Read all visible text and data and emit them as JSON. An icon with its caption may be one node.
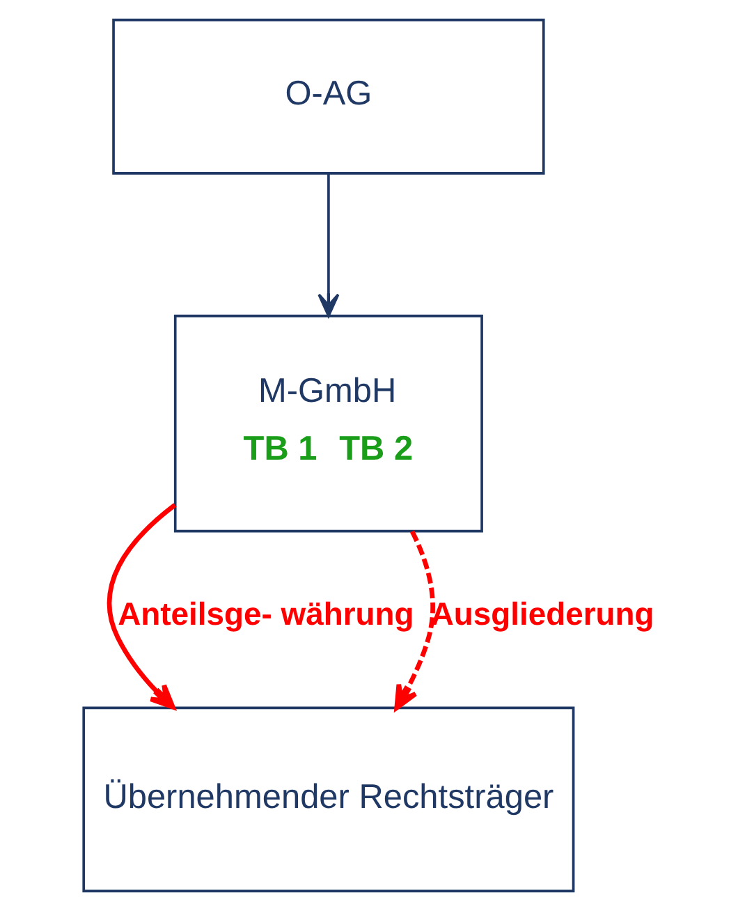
{
  "diagram": {
    "nodes": [
      {
        "text": [
          "O-AG"
        ]
      },
      {
        "text": [
          "M-GmbH",
          "TB 1",
          "TB 2"
        ]
      },
      {
        "text": [
          "Übernehmender Rechtsträger"
        ]
      }
    ],
    "edges": [
      {
        "from": 0,
        "to": 1,
        "arrow": "to",
        "color": "#1f3864"
      },
      {
        "from": 1,
        "to": 2,
        "arrow": "to",
        "label": "Anteilsge- währung"
      },
      {
        "from": 1,
        "to": 2,
        "arrow": "to",
        "label": "Ausgliederung",
        "style": "dashed"
      }
    ]
  }
}
